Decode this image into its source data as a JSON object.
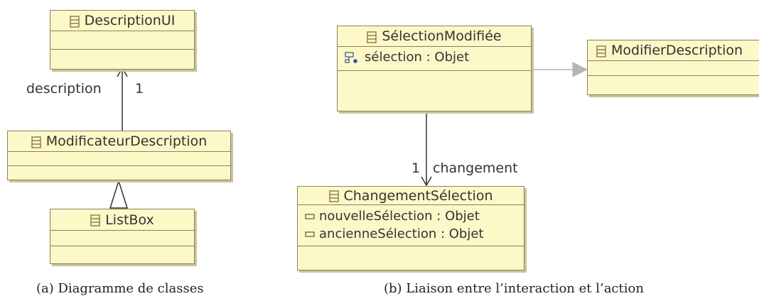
{
  "diagram_a": {
    "classes": {
      "description_ui": {
        "name": "DescriptionUI"
      },
      "modificateur": {
        "name": "ModificateurDescription"
      },
      "listbox": {
        "name": "ListBox"
      }
    },
    "association": {
      "role": "description",
      "multiplicity": "1"
    },
    "caption": "(a) Diagramme de classes"
  },
  "diagram_b": {
    "classes": {
      "selection_modifiee": {
        "name": "SélectionModifiée",
        "attributes": [
          "sélection : Objet"
        ]
      },
      "modifier_description": {
        "name": "ModifierDescription"
      },
      "changement_selection": {
        "name": "ChangementSélection",
        "attributes": [
          "nouvelleSélection : Objet",
          "ancienneSélection : Objet"
        ]
      }
    },
    "association": {
      "role": "changement",
      "multiplicity": "1"
    },
    "caption": "(b) Liaison entre l’interaction et l’action"
  },
  "colors": {
    "class_fill": "#fcf8c8",
    "class_border": "#8a8258",
    "edge": "#333333",
    "dependency_edge": "#b5b5b5"
  },
  "icons": {
    "class": "class-icon",
    "attribute_public": "attribute-icon",
    "attribute_relation": "attribute-relation-icon"
  }
}
